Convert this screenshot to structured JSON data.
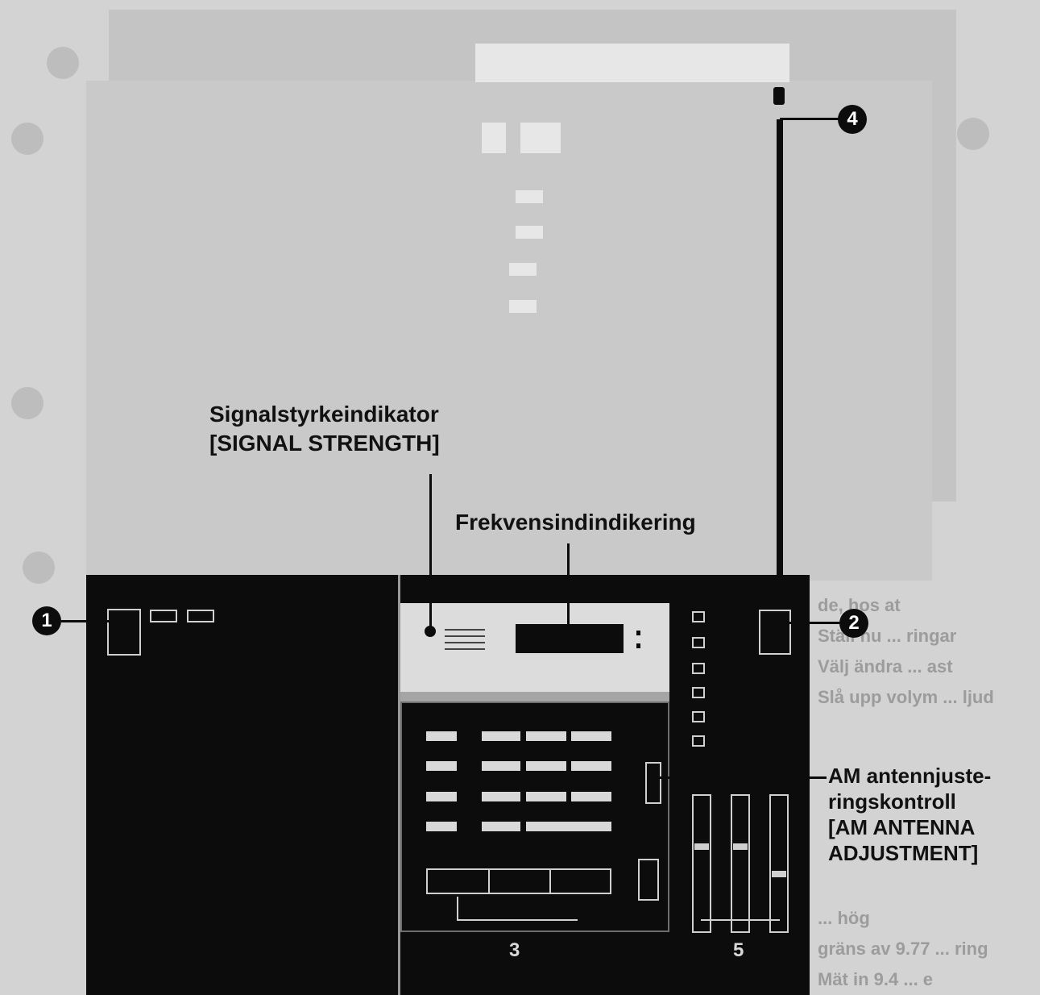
{
  "labels": {
    "signal_line1": "Signalstyrkeindikator",
    "signal_line2": "[SIGNAL STRENGTH]",
    "frequency": "Frekvensindindikering",
    "am_line1": "AM antennjuste-",
    "am_line2": "ringskontroll",
    "am_line3": "[AM ANTENNA",
    "am_line4": "ADJUSTMENT]"
  },
  "callouts": {
    "c1": "1",
    "c2": "2",
    "c4": "4"
  },
  "numbers": {
    "n3": "3",
    "n5": "5"
  }
}
